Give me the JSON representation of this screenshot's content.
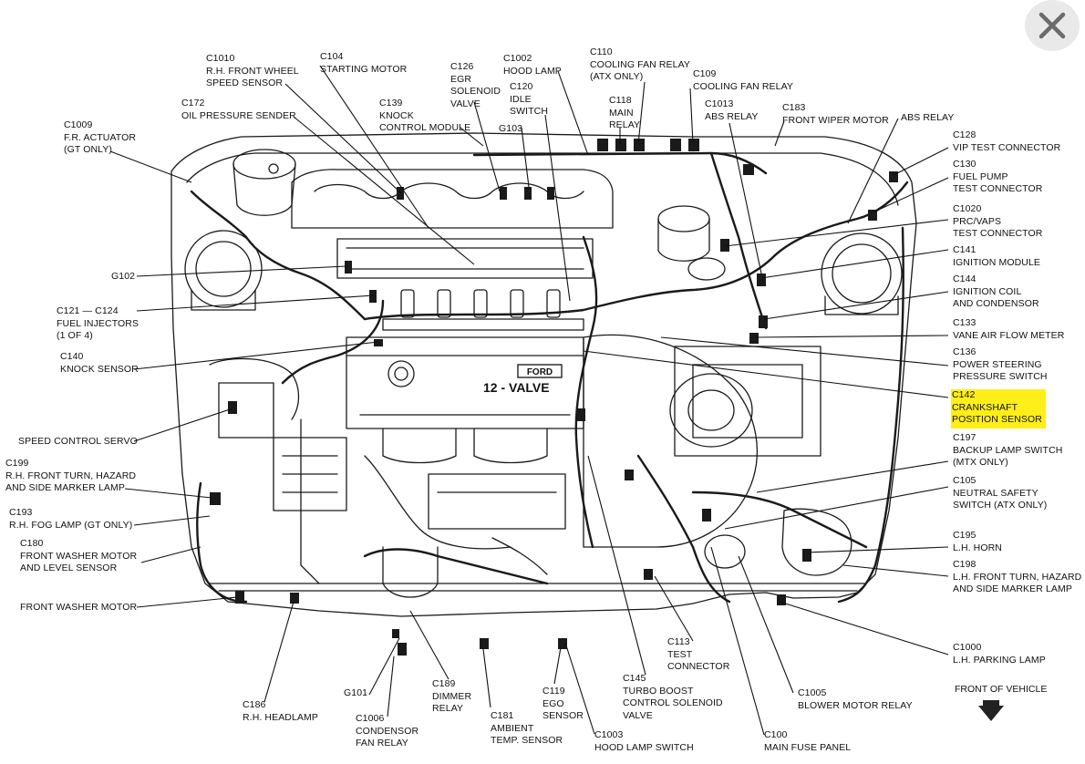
{
  "diagram": {
    "labels": [
      "C1010\nR.H. FRONT WHEEL\nSPEED SENSOR",
      "C104\nSTARTING MOTOR",
      "C126\nEGR\nSOLENOID\nVALVE",
      "C1002\nHOOD LAMP",
      "C110\nCOOLING FAN RELAY\n(ATX ONLY)",
      "C109\nCOOLING FAN RELAY",
      "C120\nIDLE\nSWITCH",
      "C118\nMAIN\nRELAY",
      "C1013\nABS RELAY",
      "C183\nFRONT WIPER MOTOR",
      "ABS RELAY",
      "C172\nOIL PRESSURE SENDER",
      "C139\nKNOCK\nCONTROL MODULE",
      "G103",
      "C1009\nF.R. ACTUATOR\n(GT ONLY)",
      "C128\nVIP TEST CONNECTOR",
      "C130\nFUEL PUMP\nTEST CONNECTOR",
      "C1020\nPRC/VAPS\nTEST CONNECTOR",
      "C141\nIGNITION MODULE",
      "G102",
      "C144\nIGNITION COIL\nAND CONDENSOR",
      "C121 — C124\nFUEL INJECTORS\n(1 OF 4)",
      "C133\nVANE AIR FLOW METER",
      "C140\nKNOCK SENSOR",
      "C136\nPOWER STEERING\nPRESSURE SWITCH",
      "C142\nCRANKSHAFT\nPOSITION SENSOR",
      "SPEED CONTROL SERVO",
      "C197\nBACKUP LAMP SWITCH\n(MTX ONLY)",
      "C199\nR.H. FRONT TURN, HAZARD\nAND SIDE MARKER LAMP",
      "C105\nNEUTRAL SAFETY\nSWITCH (ATX ONLY)",
      "C193\nR.H. FOG LAMP (GT ONLY)",
      "C195\nL.H. HORN",
      "C180\nFRONT WASHER MOTOR\nAND LEVEL SENSOR",
      "C198\nL.H. FRONT TURN, HAZARD\nAND SIDE MARKER LAMP",
      "FRONT WASHER MOTOR",
      "C1000\nL.H. PARKING LAMP",
      "C113\nTEST\nCONNECTOR",
      "C186\nR.H. HEADLAMP",
      "G101",
      "C189\nDIMMER\nRELAY",
      "C119\nEGO\nSENSOR",
      "C145\nTURBO BOOST\nCONTROL SOLENOID\nVALVE",
      "C1005\nBLOWER MOTOR RELAY",
      "C1006\nCONDENSOR\nFAN RELAY",
      "C181\nAMBIENT\nTEMP. SENSOR",
      "C1003\nHOOD LAMP SWITCH",
      "C100\nMAIN FUSE PANEL"
    ],
    "highlighted_label": "C142\nCRANKSHAFT\nPOSITION SENSOR",
    "front_of_vehicle": "FRONT OF VEHICLE",
    "engine_text": "12 - VALVE",
    "badge_text": "FORD"
  },
  "colors": {
    "highlight": "#ffee1a",
    "ink": "#111111",
    "close_button_bg": "#e9e9e9",
    "close_button_icon": "#6b6b6b"
  },
  "icons": {
    "close": "close-icon",
    "front_arrow": "arrow-down-icon"
  }
}
